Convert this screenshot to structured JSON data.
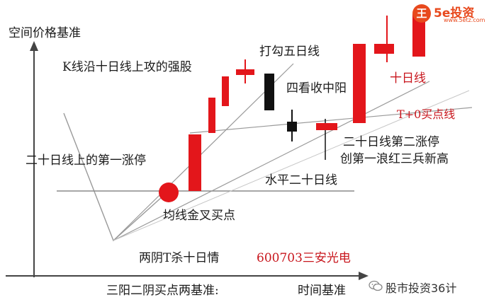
{
  "axes": {
    "y_label": "空间价格基准",
    "x_label": "时间基准"
  },
  "annotations": {
    "k_line_strong": "K线沿十日线上攻的强股",
    "dagou": "打勾五日线",
    "sikan": "四看收中阳",
    "shiri": "十日线",
    "t0": "T+0买点线",
    "ershi_second_1": "二十日线第二涨停",
    "ershi_second_2": "创第一浪红三兵新高",
    "ershi_first": "二十日线上的第一涨停",
    "shuiping": "水平二十日线",
    "junxian": "均线金叉买点",
    "liangyin": "两阴T杀十日情",
    "stock": "600703三安光电",
    "sanyang": "三阳二阴买点两基准:"
  },
  "logo": {
    "glyph": "王",
    "main": "5e投资",
    "url": "www.5etz.com"
  },
  "watermark": {
    "icon": "wechat-icon",
    "text": "股市投资36计"
  },
  "colors": {
    "candle_red": "#e3161b",
    "candle_black": "#111111",
    "line_gray": "#9a9a9a",
    "axis": "#444444",
    "accent_red": "#c8161d",
    "logo_orange": "#e8491d"
  }
}
